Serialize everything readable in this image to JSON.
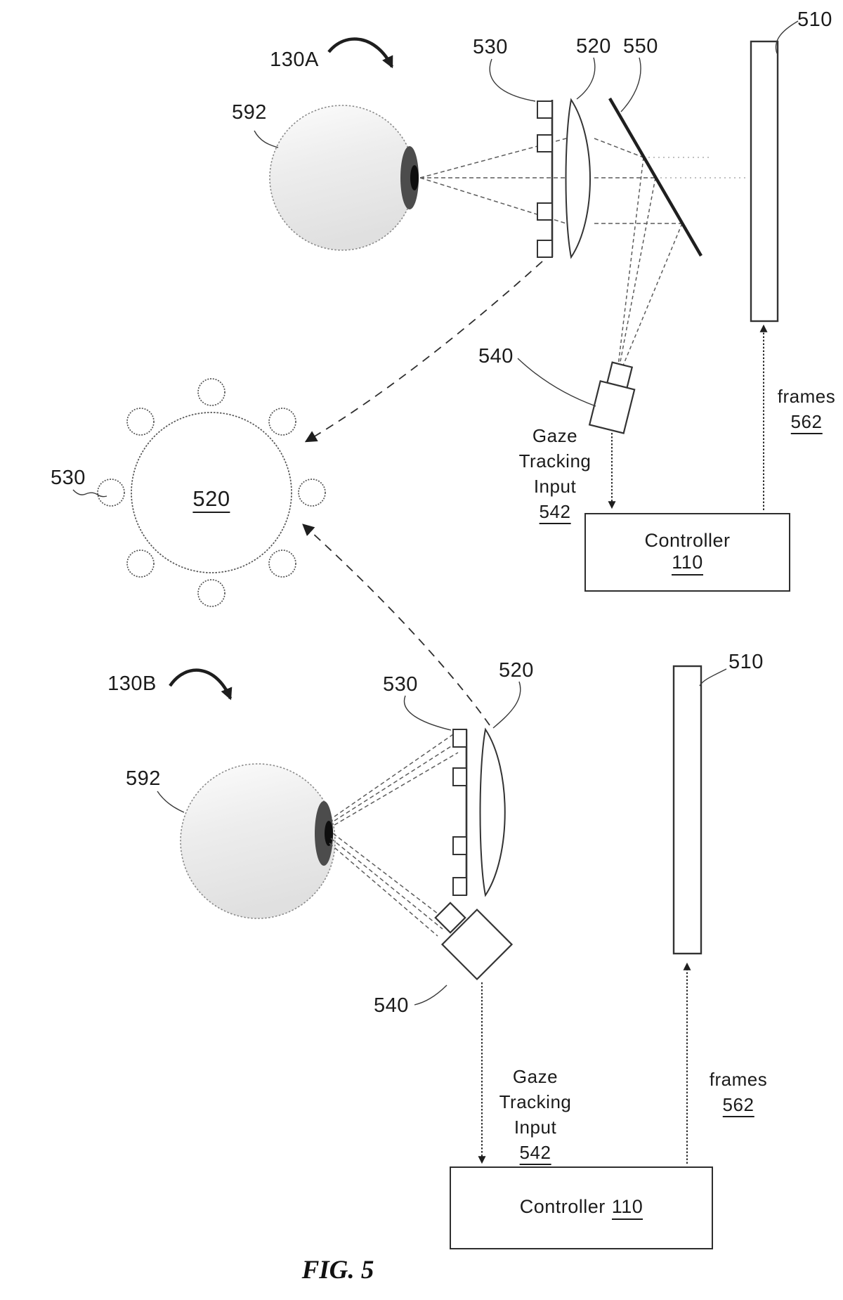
{
  "figure_caption": "FIG. 5",
  "top_assembly": {
    "tag": "130A",
    "eye_ref": "592",
    "leds_ref": "530",
    "lens_ref": "520",
    "mirror_ref": "550",
    "display_ref": "510",
    "camera_ref": "540",
    "gaze_lines": [
      "Gaze",
      "Tracking",
      "Input"
    ],
    "gaze_ref": "542",
    "frames_label": "frames",
    "frames_ref": "562",
    "controller_label": "Controller",
    "controller_ref": "110"
  },
  "lens_front_view": {
    "leds_ref": "530",
    "lens_ref": "520"
  },
  "bottom_assembly": {
    "tag": "130B",
    "eye_ref": "592",
    "leds_ref": "530",
    "lens_ref": "520",
    "display_ref": "510",
    "camera_ref": "540",
    "gaze_lines": [
      "Gaze",
      "Tracking",
      "Input"
    ],
    "gaze_ref": "542",
    "frames_label": "frames",
    "frames_ref": "562",
    "controller_label": "Controller",
    "controller_ref": "110"
  },
  "colors": {
    "ink": "#2e2e2e",
    "ray": "#5c5c5c"
  }
}
